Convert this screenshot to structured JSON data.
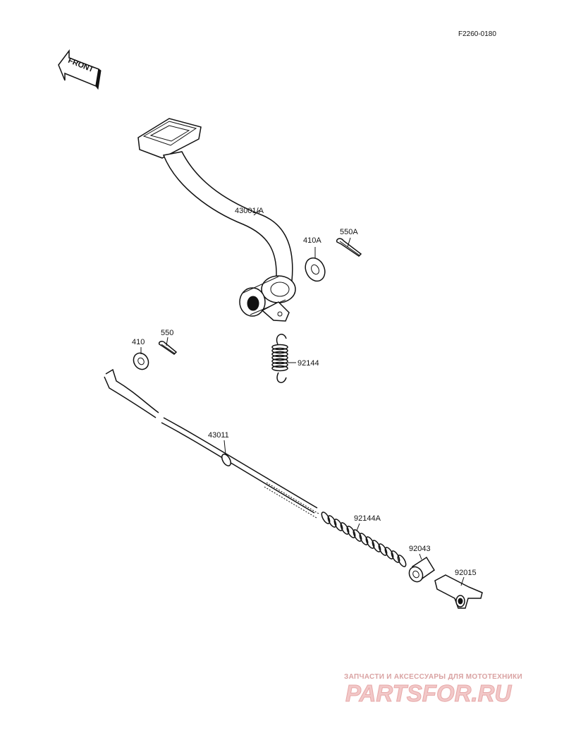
{
  "diagram_code": "F2260-0180",
  "front_label": "FRONT",
  "parts": [
    {
      "id": "43001/A"
    },
    {
      "id": "410A"
    },
    {
      "id": "550A"
    },
    {
      "id": "410"
    },
    {
      "id": "550"
    },
    {
      "id": "92144"
    },
    {
      "id": "43011"
    },
    {
      "id": "92144A"
    },
    {
      "id": "92043"
    },
    {
      "id": "92015"
    }
  ],
  "watermark": {
    "tagline": "ЗАПЧАСТИ И АКСЕССУАРЫ ДЛЯ МОТОТЕХНИКИ",
    "brand": "PARTSFOR.RU",
    "color": "#e8a3a3"
  }
}
